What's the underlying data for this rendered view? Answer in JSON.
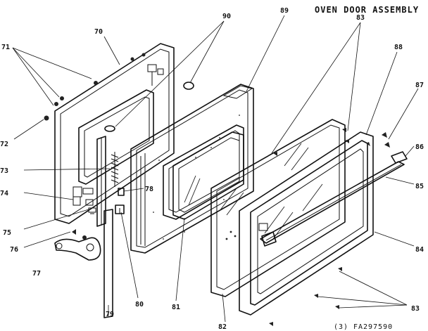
{
  "title": "OVEN DOOR ASSEMBLY",
  "footer": {
    "code": "(3)",
    "figure_id": "FA297590"
  },
  "callouts": {
    "c70": "70",
    "c71": "71",
    "c72": "72",
    "c73": "73",
    "c74": "74",
    "c75": "75",
    "c76": "76",
    "c77": "77",
    "c78": "78",
    "c79": "79",
    "c80": "80",
    "c81": "81",
    "c82": "82",
    "c83a": "83",
    "c83b": "83",
    "c84": "84",
    "c85": "85",
    "c86": "86",
    "c87": "87",
    "c88": "88",
    "c89": "89",
    "c90": "90"
  }
}
